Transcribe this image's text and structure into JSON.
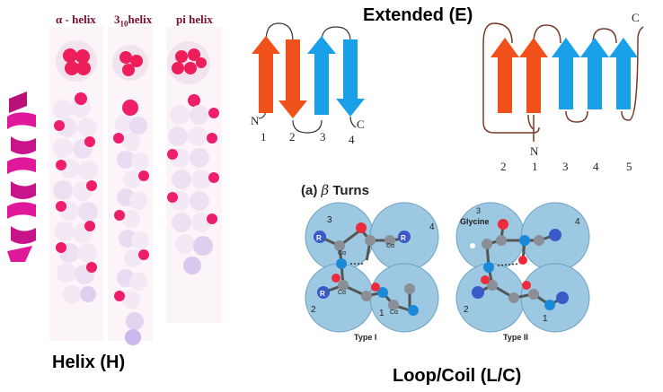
{
  "labels": {
    "helix_main": "Helix (H)",
    "extended_main": "Extended (E)",
    "loop_main": "Loop/Coil (L/C)"
  },
  "helix_panel": {
    "alpha": "α - helix",
    "three10_base": "3",
    "three10_sub": "10",
    "three10_rest": "helix",
    "pi": "pi helix"
  },
  "sheet_left": {
    "n": "N",
    "c": "C",
    "numbers": [
      "1",
      "2",
      "3",
      "4"
    ]
  },
  "sheet_right": {
    "n": "N",
    "c": "C",
    "numbers": [
      "2",
      "1",
      "3",
      "4",
      "5"
    ]
  },
  "turns_panel": {
    "title_prefix": "(a)",
    "title_beta": "β",
    "title_rest": "Turns",
    "type1": "Type I",
    "type2": "Type II",
    "glycine": "Glycine",
    "sphere_nums_left": [
      "3",
      "4",
      "2",
      "1"
    ],
    "sphere_nums_right": [
      "3",
      "4",
      "2",
      "1"
    ],
    "atom_R": "R",
    "atom_ca": "Cα"
  },
  "colors": {
    "ribbon": "#e0189a",
    "strand_orange": "#f0501a",
    "strand_blue": "#1aa0e8",
    "sphere": "#9cc8e2",
    "atom_red": "#ee2a3c",
    "atom_grey": "#8a8e96",
    "atom_blue": "#2a6ad8",
    "helix_white": "#f3e8f3",
    "helix_pink": "#ee1e6a"
  }
}
